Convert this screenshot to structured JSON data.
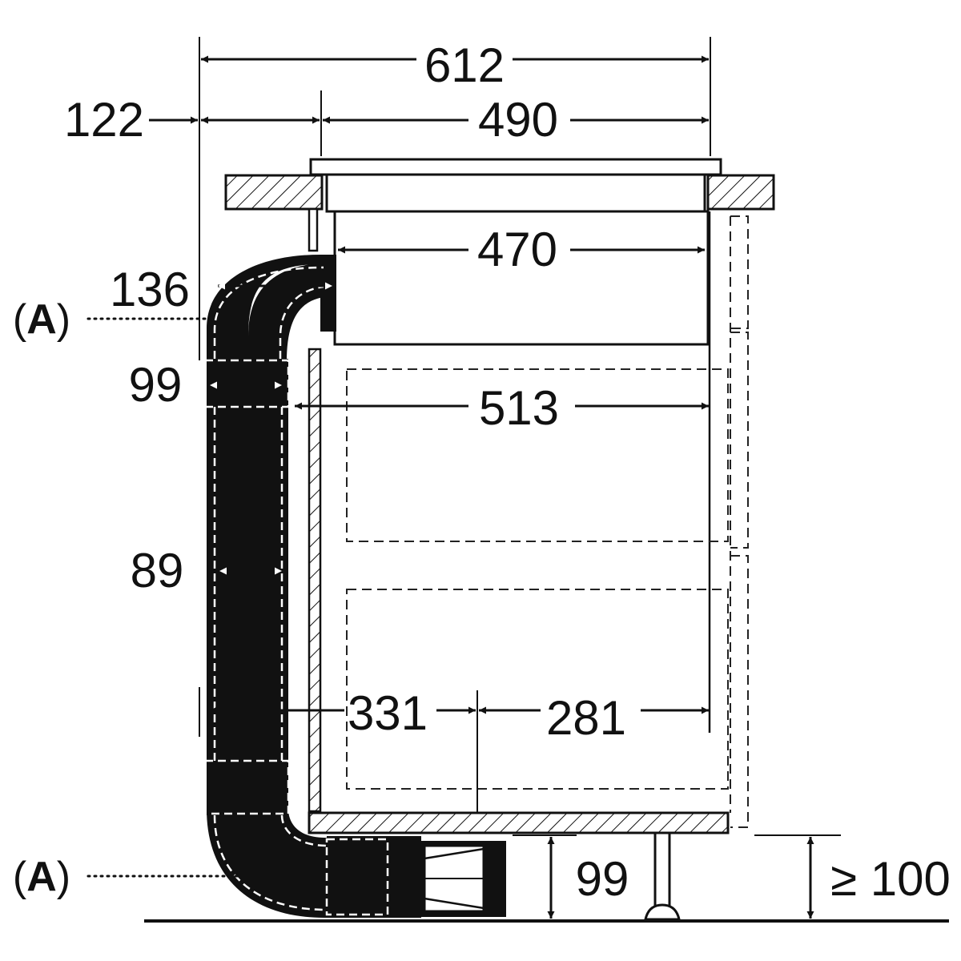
{
  "dimensions": {
    "total_width": "612",
    "left_offset": "122",
    "hob_width": "490",
    "unit_width": "470",
    "cabinet_depth": "513",
    "duct_depth": "136",
    "duct_size_upper": "99",
    "duct_width": "89",
    "rear_offset": "331",
    "front_offset": "281",
    "plinth_height": "99",
    "min_clearance": "≥ 100"
  },
  "callouts": {
    "upper": {
      "open": "(",
      "letter": "A",
      "close": ")"
    },
    "lower": {
      "open": "(",
      "letter": "A",
      "close": ")"
    }
  }
}
